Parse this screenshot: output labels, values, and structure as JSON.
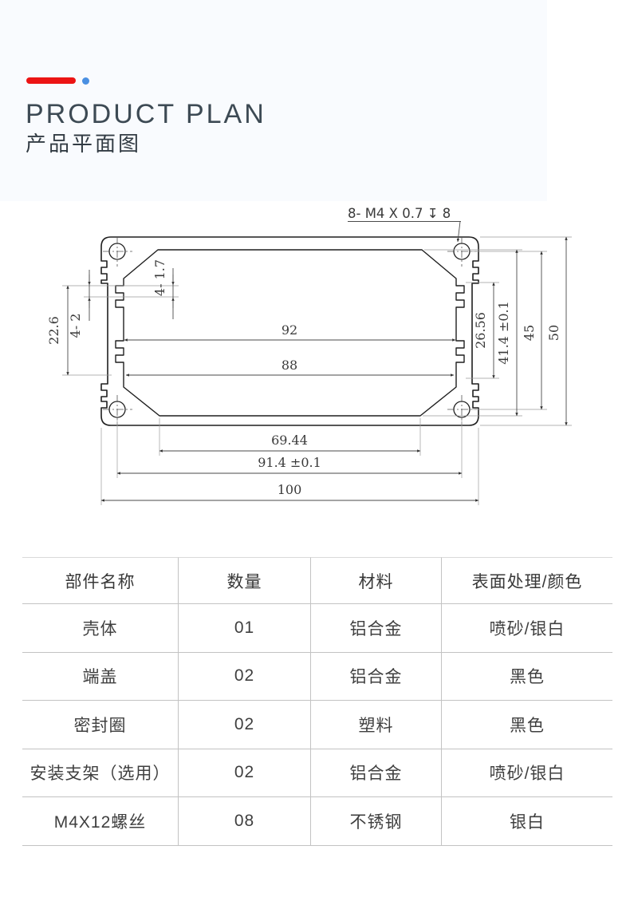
{
  "header": {
    "title_en": "PRODUCT PLAN",
    "title_zh": "产品平面图"
  },
  "colors": {
    "accent_red": "#ec1414",
    "accent_blue": "#4a90e2"
  },
  "drawing": {
    "note": "8- M4 X 0.7 ↧ 8",
    "dims": {
      "w92": "92",
      "w88": "88",
      "w69": "69.44",
      "w91": "91.4 ±0.1",
      "w100": "100",
      "h22": "22.6",
      "n42": "4- 2",
      "n417": "4- 1.7",
      "h26": "26.56",
      "h41": "41.4 ±0.1",
      "h45": "45",
      "h50": "50"
    }
  },
  "table": {
    "headers": [
      "部件名称",
      "数量",
      "材料",
      "表面处理/颜色"
    ],
    "rows": [
      [
        "壳体",
        "01",
        "铝合金",
        "喷砂/银白"
      ],
      [
        "端盖",
        "02",
        "铝合金",
        "黑色"
      ],
      [
        "密封圈",
        "02",
        "塑料",
        "黑色"
      ],
      [
        "安装支架（选用）",
        "02",
        "铝合金",
        "喷砂/银白"
      ],
      [
        "M4X12螺丝",
        "08",
        "不锈钢",
        "银白"
      ]
    ]
  }
}
